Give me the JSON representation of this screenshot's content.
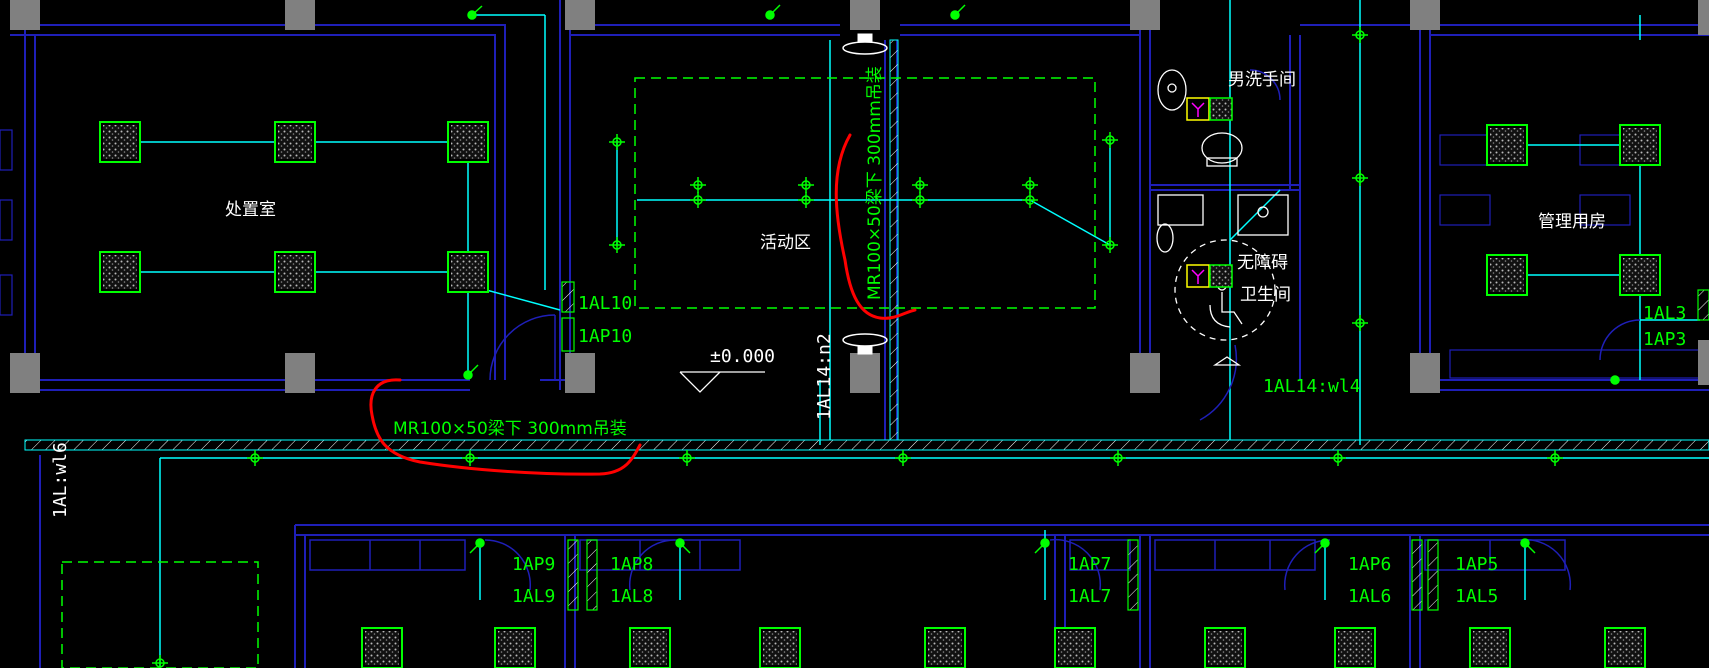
{
  "colors": {
    "background": "#000000",
    "wall": "#1f1fb8",
    "wire": "#00ffff",
    "component": "#00ff00",
    "white_text": "#ffffff",
    "column": "#808080",
    "annotation": "#ff0000",
    "fixture": "#ff00ff",
    "fixture_box": "#ffff00"
  },
  "rooms": {
    "disposal": "处置室",
    "activity": "活动区",
    "mens_washroom": "男洗手间",
    "accessible_wc_1": "无障碍",
    "accessible_wc_2": "卫生间",
    "management": "管理用房"
  },
  "elevation": "±0.000",
  "annotations": {
    "tray_vertical": "MR100×50梁下 300mm吊装",
    "tray_horizontal": "MR100×50梁下 300mm吊装"
  },
  "circuit_labels": {
    "al10": "1AL10",
    "ap10": "1AP10",
    "al14_n2": "1AL14:n2",
    "al14_wl4": "1AL14:wl4",
    "al_wl6": "1AL:wl6",
    "al3": "1AL3",
    "ap3": "1AP3",
    "ap9": "1AP9",
    "al9": "1AL9",
    "ap8": "1AP8",
    "al8": "1AL8",
    "ap7": "1AP7",
    "al7": "1AL7",
    "ap6": "1AP6",
    "al6": "1AL6",
    "ap5": "1AP5",
    "al5": "1AL5"
  },
  "symbols": {
    "light_fixture": "light-fixture-icon",
    "wall_light": "wall-light-icon",
    "switch": "switch-icon",
    "distribution_box": "distribution-box-icon",
    "structural_column": "column-icon",
    "toilet": "toilet-icon",
    "washbasin": "washbasin-icon",
    "exhaust_fan": "exhaust-fan-icon"
  }
}
